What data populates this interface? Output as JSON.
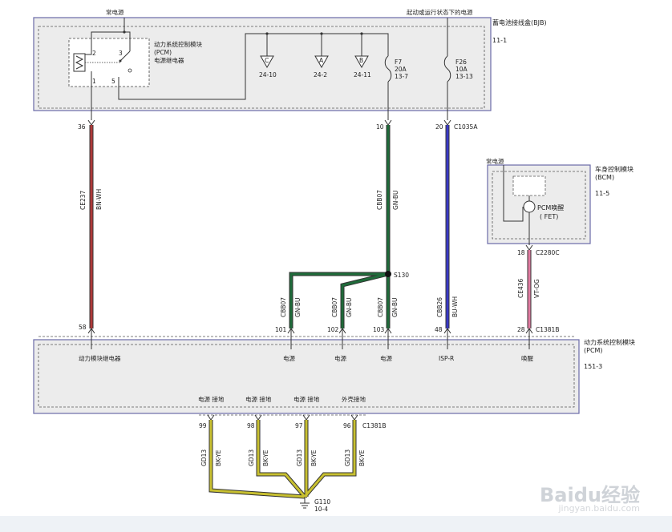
{
  "bjb": {
    "title": "蓄电池接线盒(BJB)",
    "ref": "11-1",
    "const_power": "常电源",
    "run_power": "起动或运行状态下的电源",
    "relay_name": "动力系统控制模块",
    "relay_pcm": "(PCM)",
    "relay_sub": "电源继电器",
    "pins": {
      "p1": "1",
      "p2": "2",
      "p3": "3",
      "p5": "5"
    },
    "connectors": [
      {
        "letter": "C",
        "ref": "24-10"
      },
      {
        "letter": "A",
        "ref": "24-2"
      },
      {
        "letter": "B",
        "ref": "24-11"
      }
    ],
    "f7": {
      "name": "F7",
      "amp": "20A",
      "ref": "13-7"
    },
    "f26": {
      "name": "F26",
      "amp": "10A",
      "ref": "13-13"
    },
    "pin36": "36",
    "pin10": "10",
    "pin20": "20",
    "conn": "C1035A"
  },
  "bcm": {
    "title": "车身控制模块",
    "sub": "(BCM)",
    "ref": "11-5",
    "const_power": "常电源",
    "wake_label": "PCM唤醒",
    "fet": "( FET)",
    "pin": "18",
    "conn": "C2280C"
  },
  "wires": {
    "ce237": {
      "circuit": "CE237",
      "color": "BN-WH"
    },
    "cbb07": {
      "circuit": "CBB07",
      "color": "GN-BU"
    },
    "cbb26": {
      "circuit": "CBB26",
      "color": "BU-WH"
    },
    "ce436": {
      "circuit": "CE436",
      "color": "VT-OG"
    },
    "gd13": {
      "circuit": "GD13",
      "color": "BK-YE"
    },
    "splice": "S130"
  },
  "pcm": {
    "title": "动力系统控制模块",
    "sub": "(PCM)",
    "ref": "151-3",
    "conn_top": "C1381B",
    "conn_bottom": "C1381B",
    "top_pins": [
      "58",
      "101",
      "102",
      "103",
      "48",
      "28"
    ],
    "top_labels": [
      "动力模块继电器",
      "电源",
      "电源",
      "电源",
      "ISP-R",
      "唤醒"
    ],
    "bottom_pins": [
      "99",
      "98",
      "97",
      "96"
    ],
    "bottom_labels": [
      "电源 接地",
      "电源 接地",
      "电源 接地",
      "外壳接地"
    ]
  },
  "ground": {
    "name": "G110",
    "ref": "10-4"
  },
  "watermark": {
    "brand": "Baidu经验",
    "url": "jingyan.baidu.com"
  },
  "colors": {
    "bn_wh": "#b03a3a",
    "gn_bu": "#1f6b3a",
    "bu_wh": "#3a3ac8",
    "vt_og": "#e07aa0",
    "bk_ye": "#c8c030",
    "box": "#6a6aa8",
    "fill": "#ececec"
  }
}
